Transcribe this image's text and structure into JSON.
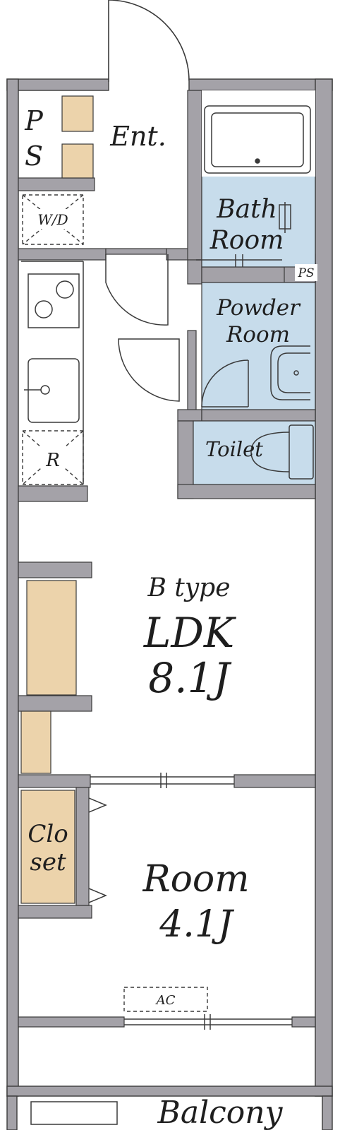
{
  "floor_plan": {
    "unit_type": "B type",
    "rooms": {
      "entrance": "Ent.",
      "pipe_space_left": [
        "P",
        "S"
      ],
      "washer": "W/D",
      "bath": [
        "Bath",
        "Room"
      ],
      "pipe_space_right": "PS",
      "powder": [
        "Powder",
        "Room"
      ],
      "toilet": "Toilet",
      "fridge": "R",
      "ldk": "LDK",
      "ldk_size": "8.1J",
      "closet": [
        "Clo",
        "set"
      ],
      "room": "Room",
      "room_size": "4.1J",
      "aircon": "AC",
      "balcony": "Balcony"
    },
    "colors": {
      "wall": "#a4a2a8",
      "wet_area": "#c7dceb",
      "storage": "#ecd3ab",
      "fixture_line": "#3a3a3a",
      "background": "#ffffff"
    }
  }
}
